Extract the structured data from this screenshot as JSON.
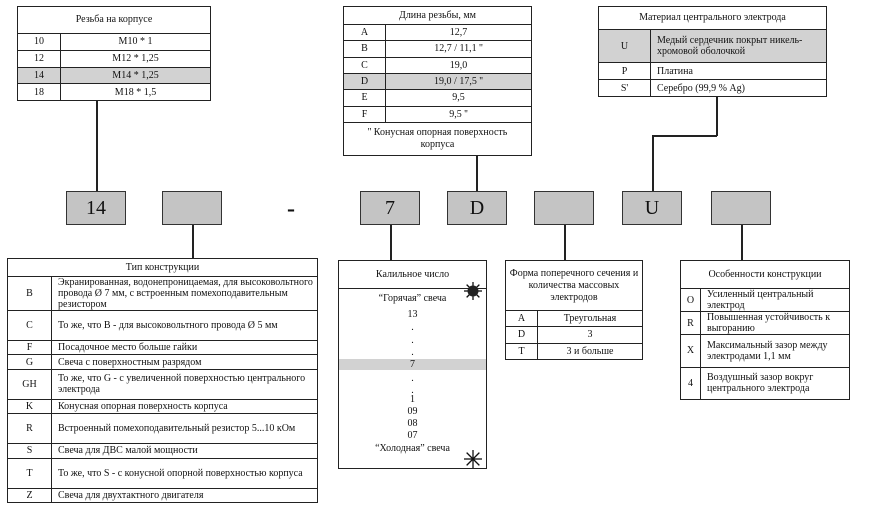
{
  "thread": {
    "title": "Резьба на корпусе",
    "rows": [
      {
        "code": "10",
        "value": "M10 * 1"
      },
      {
        "code": "12",
        "value": "M12 * 1,25"
      },
      {
        "code": "14",
        "value": "M14 * 1,25",
        "highlight": true
      },
      {
        "code": "18",
        "value": "M18 * 1,5"
      }
    ]
  },
  "length": {
    "title": "Длина резьбы, мм",
    "rows": [
      {
        "code": "A",
        "value": "12,7"
      },
      {
        "code": "B",
        "value": "12,7 / 11,1 ''"
      },
      {
        "code": "C",
        "value": "19,0"
      },
      {
        "code": "D",
        "value": "19,0 / 17,5 ''",
        "highlight": true
      },
      {
        "code": "E",
        "value": "9,5"
      },
      {
        "code": "F",
        "value": "9,5 ''"
      }
    ],
    "note": "'' Конусная опорная поверхность корпуса"
  },
  "material": {
    "title": "Материал центрального электрода",
    "rows": [
      {
        "code": "U",
        "value": "Медый сердечник покрыт никель-хромовой оболочкой",
        "highlight": true
      },
      {
        "code": "P",
        "value": "Платина"
      },
      {
        "code": "S'",
        "value": "Серебро (99,9 % Ag)"
      }
    ]
  },
  "code_boxes": [
    "14",
    "",
    "-",
    "7",
    "D",
    "",
    "U",
    ""
  ],
  "type": {
    "title": "Тип конструкции",
    "rows": [
      {
        "code": "B",
        "value": "Экранированная, водонепроницаемая, для высоковольтного провода Ø 7 мм, с встроенным помехоподавительным резистором"
      },
      {
        "code": "C",
        "value": "То же, что B - для высоковольтного провода Ø 5 мм"
      },
      {
        "code": "F",
        "value": "Посадочное место больше гайки"
      },
      {
        "code": "G",
        "value": "Свеча с поверхностным разрядом"
      },
      {
        "code": "GH",
        "value": "То же, что G - с увеличенной поверхностью центрального электрода"
      },
      {
        "code": "K",
        "value": "Конусная опорная поверхность корпуса"
      },
      {
        "code": "R",
        "value": "Встроенный помехоподавительный резистор 5...10 кОм"
      },
      {
        "code": "S",
        "value": "Свеча для ДВС малой мощности"
      },
      {
        "code": "T",
        "value": "То же, что S - с конусной опорной поверхностью корпуса"
      },
      {
        "code": "Z",
        "value": "Свеча для двухтактного двигателя"
      }
    ]
  },
  "heat": {
    "title": "Калильное число",
    "items": [
      "“Горячая” свеча",
      "13",
      ".",
      ".",
      ".",
      "7",
      ".",
      ".",
      "1",
      "09",
      "08",
      "07",
      "“Холодная” свеча"
    ],
    "highlight": "7",
    "icons": [
      "hot-sun-icon",
      "cold-star-icon"
    ]
  },
  "electrodes": {
    "title": "Форма поперечного сечения и количества массовых электродов",
    "rows": [
      {
        "code": "A",
        "value": "Треугольная"
      },
      {
        "code": "D",
        "value": "3"
      },
      {
        "code": "T",
        "value": "3 и больше"
      }
    ]
  },
  "features": {
    "title": "Особенности конструкции",
    "rows": [
      {
        "code": "O",
        "value": "Усиленный центральный электрод"
      },
      {
        "code": "R",
        "value": "Повышенная устойчивость к выгоранию"
      },
      {
        "code": "X",
        "value": "Максимальный зазор между электродами 1,1 мм"
      },
      {
        "code": "4",
        "value": "Воздушный зазор вокруг центрального электрода"
      }
    ]
  }
}
